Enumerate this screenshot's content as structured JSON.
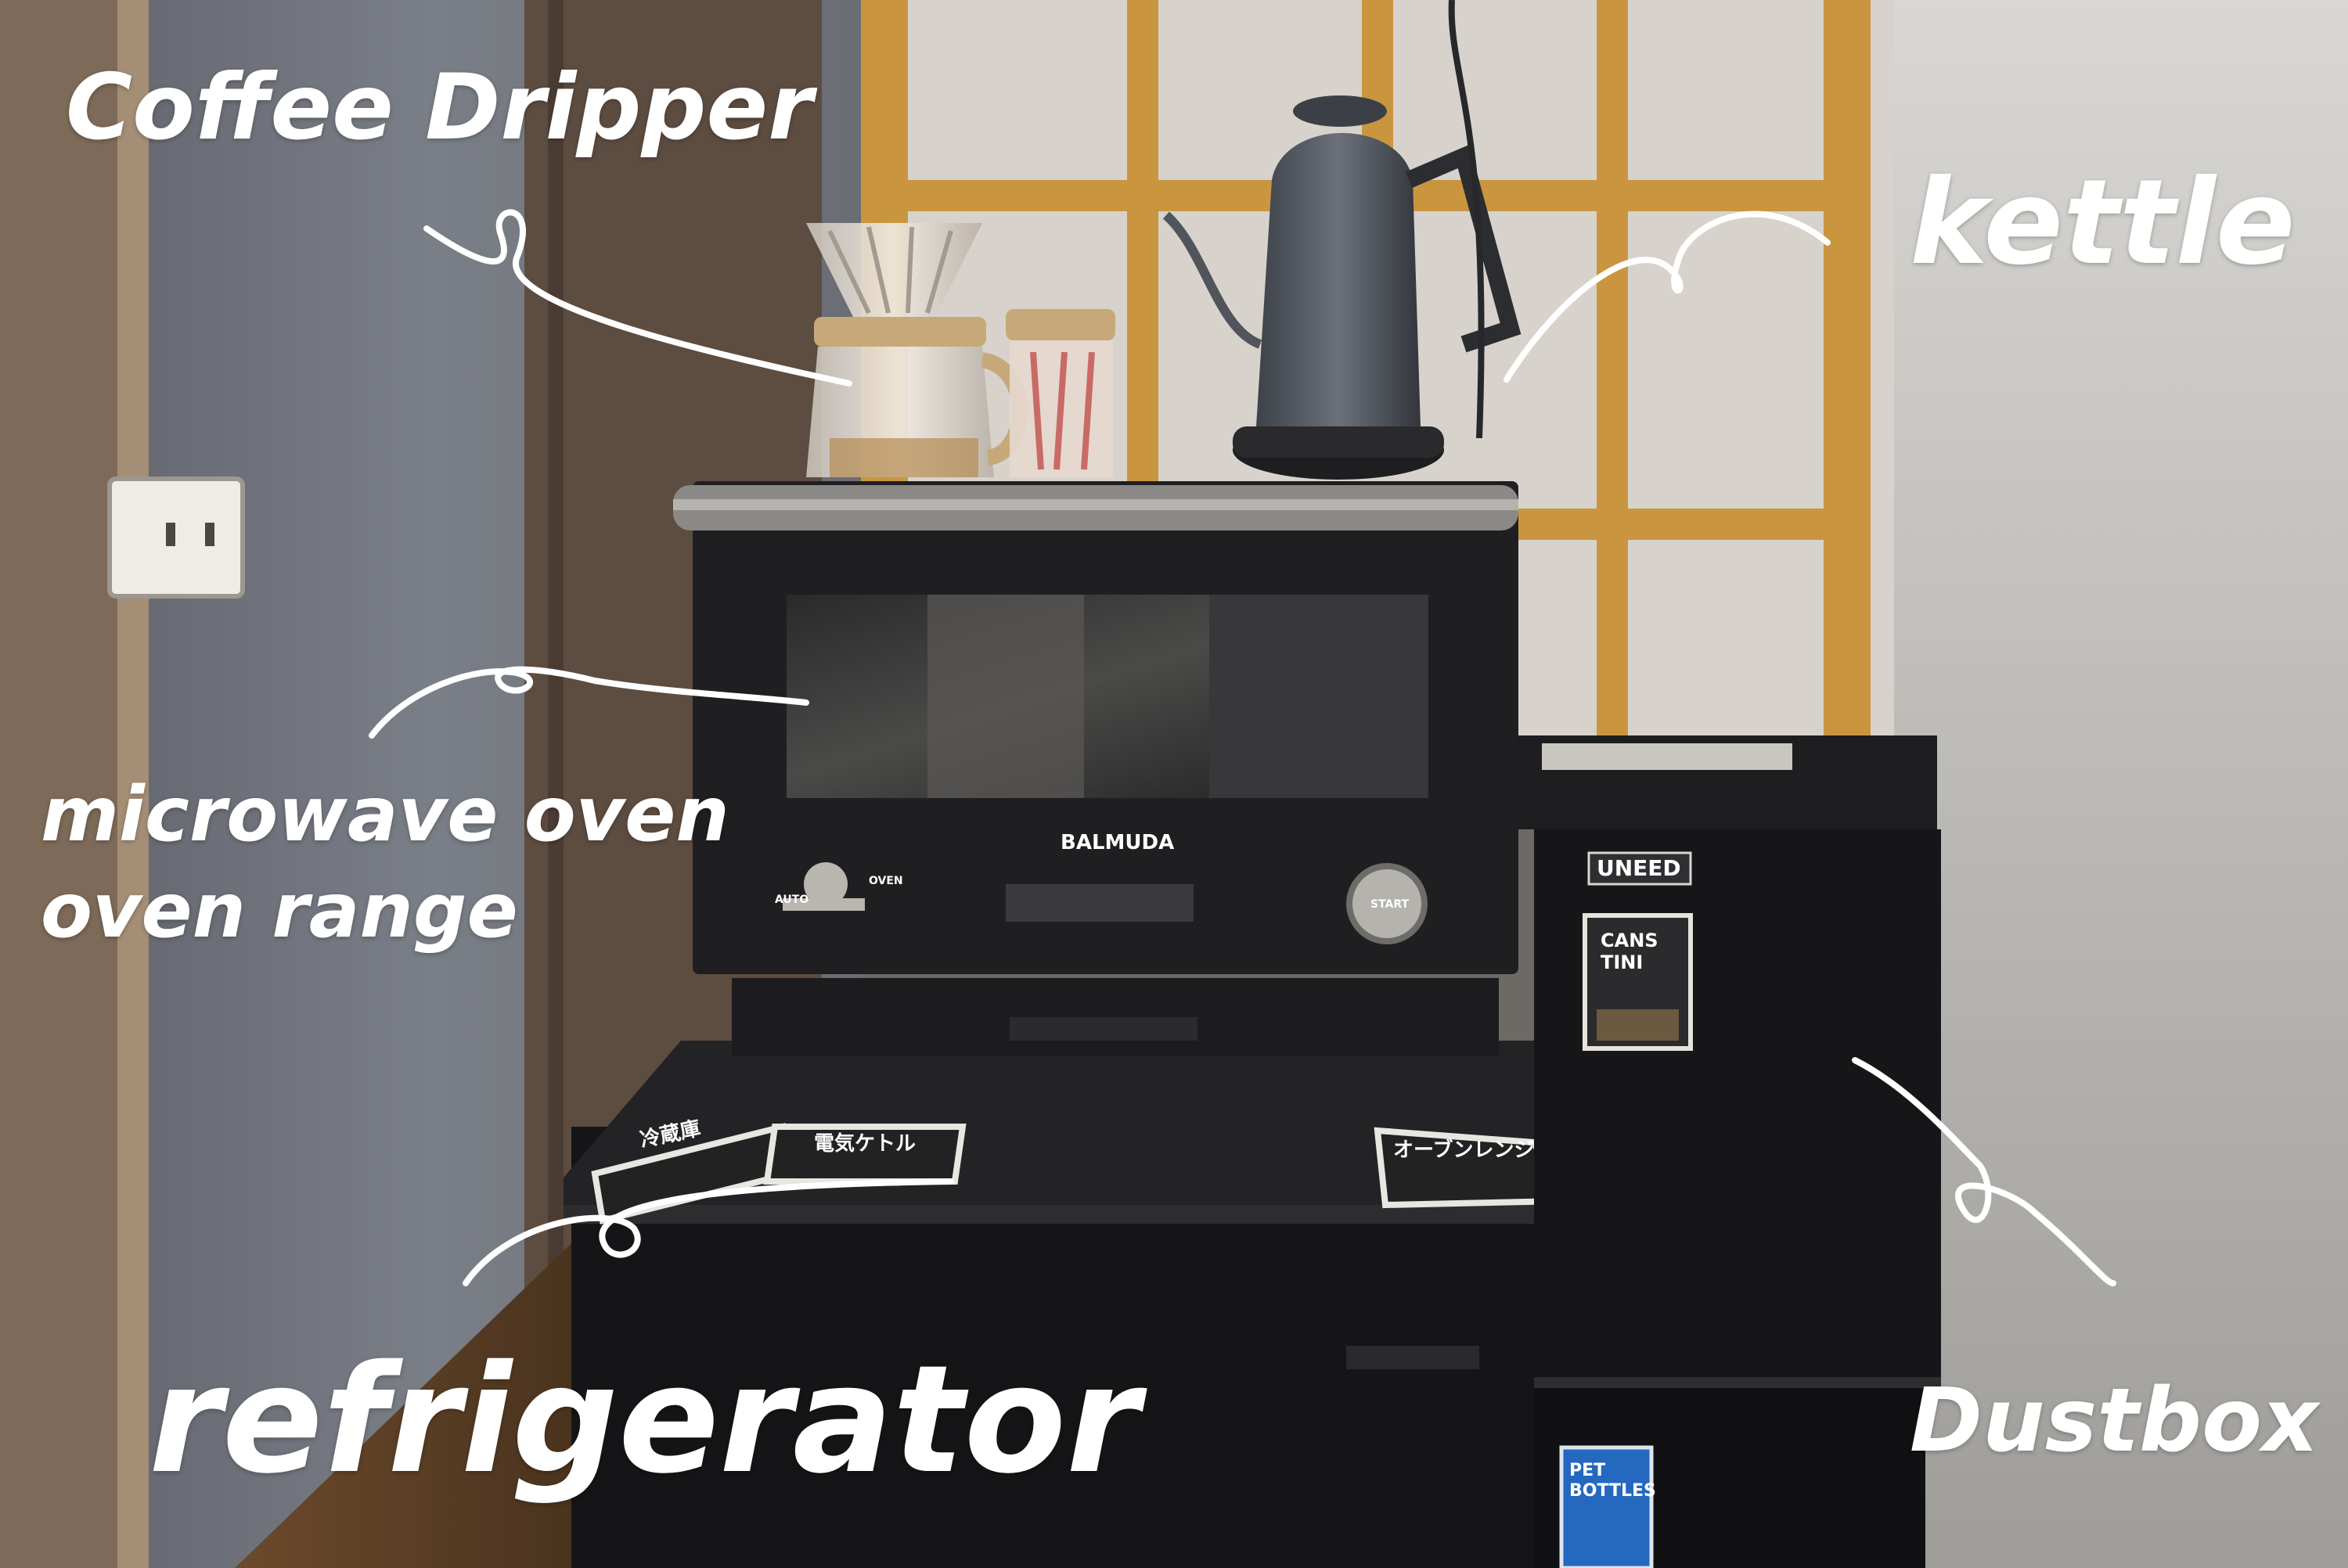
{
  "labels": {
    "coffee_dripper": "Coffee Dripper",
    "kettle": "kettle",
    "microwave_line1": "microwave oven",
    "microwave_line2": "oven range",
    "refrigerator": "refrigerator",
    "dustbox": "Dustbox"
  },
  "device_text": {
    "oven_brand": "BALMUDA",
    "oven_dial_auto": "AUTO",
    "oven_dial_oven": "OVEN",
    "oven_start_button": "START",
    "bin_brand": "UNEED",
    "bin_upper_sticker_line1": "CANS",
    "bin_upper_sticker_line2": "TINI",
    "bin_lower_sticker_line1": "PET",
    "bin_lower_sticker_line2": "BOTTLES",
    "fridge_sticker_left": "冷蔵庫",
    "fridge_sticker_middle": "電気ケトル",
    "fridge_sticker_right": "オーブンレンジ"
  },
  "colors": {
    "wall": "#6f747c",
    "shoji_frame": "#c9963f",
    "shoji_paper": "#d7d3cc",
    "appliance_black": "#1b1b1d",
    "annotation_white": "#ffffff",
    "bin_sticker_blue": "#2468c0"
  }
}
